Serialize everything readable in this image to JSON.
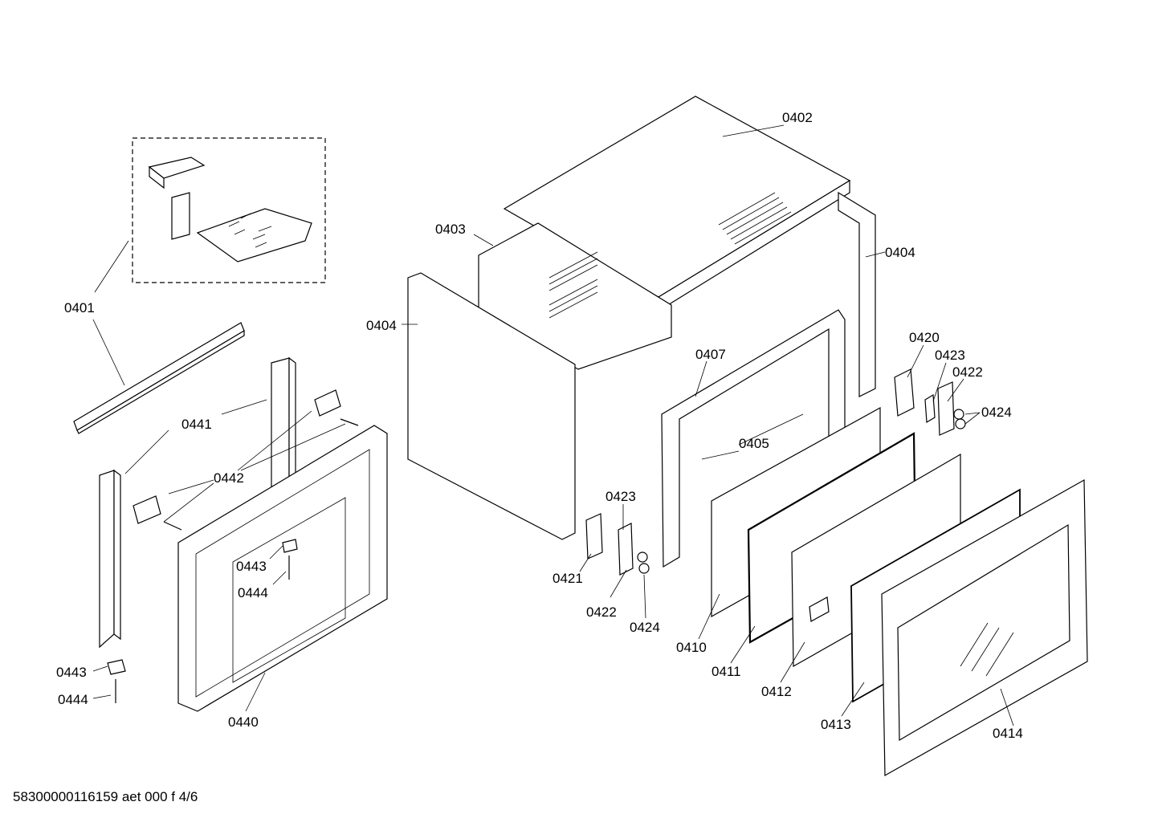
{
  "callouts": {
    "c0401": "0401",
    "c0402": "0402",
    "c0403": "0403",
    "c0404a": "0404",
    "c0404b": "0404",
    "c0405": "0405",
    "c0407": "0407",
    "c0410": "0410",
    "c0411": "0411",
    "c0412": "0412",
    "c0413": "0413",
    "c0414": "0414",
    "c0420": "0420",
    "c0421": "0421",
    "c0422a": "0422",
    "c0422b": "0422",
    "c0423a": "0423",
    "c0423b": "0423",
    "c0424a": "0424",
    "c0424b": "0424",
    "c0440": "0440",
    "c0441": "0441",
    "c0442": "0442",
    "c0443a": "0443",
    "c0443b": "0443",
    "c0444a": "0444",
    "c0444b": "0444"
  },
  "footer": "58300000116159 aet 000 f 4/6",
  "colors": {
    "line": "#000000",
    "background": "#ffffff"
  }
}
